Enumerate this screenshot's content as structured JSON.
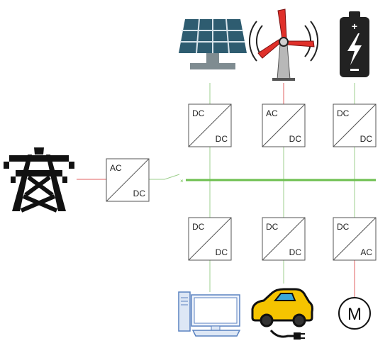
{
  "converters": {
    "grid": {
      "top": "AC",
      "bottom": "DC"
    },
    "solar": {
      "top": "DC",
      "bottom": "DC"
    },
    "wind": {
      "top": "AC",
      "bottom": "DC"
    },
    "battery": {
      "top": "DC",
      "bottom": "DC"
    },
    "pc": {
      "top": "DC",
      "bottom": "DC"
    },
    "ev": {
      "top": "DC",
      "bottom": "DC"
    },
    "motor": {
      "top": "DC",
      "bottom": "AC"
    }
  },
  "motor_label": "M",
  "colors": {
    "bus": "#6dbf4f",
    "dc_line": "#9ccf8c",
    "ac_line": "#e06060",
    "box_border": "#555555",
    "solar_panel": "#2e5c70",
    "wind_blade": "#e0302a",
    "ev_body": "#f5c400"
  },
  "icons": [
    "transmission-tower-icon",
    "solar-panel-icon",
    "wind-turbine-icon",
    "battery-icon",
    "computer-icon",
    "electric-car-icon",
    "motor-icon"
  ]
}
